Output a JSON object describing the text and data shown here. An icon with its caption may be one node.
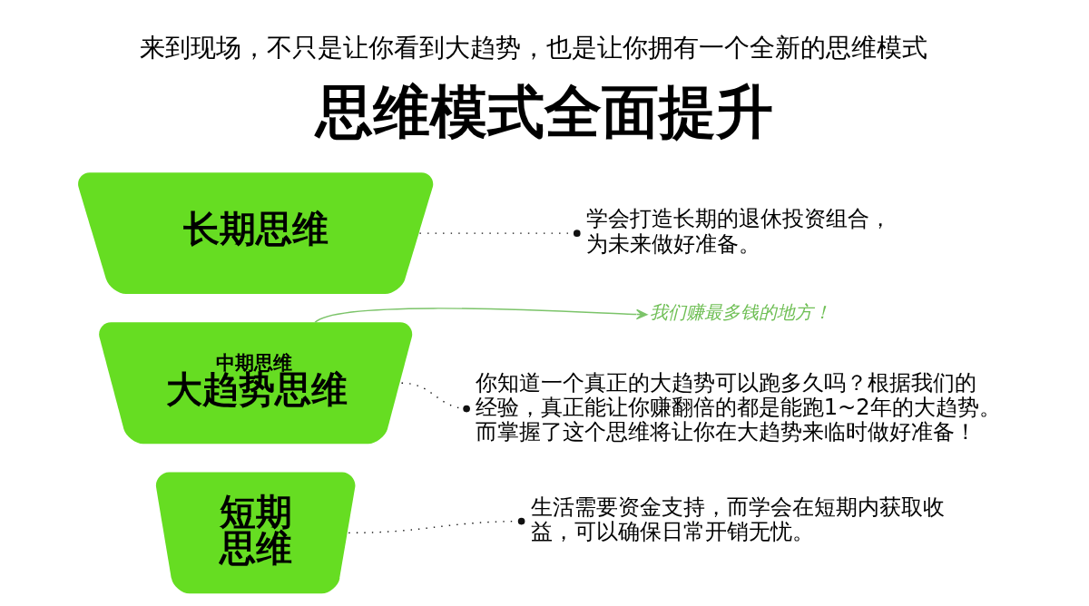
{
  "diagram": {
    "title": "思维模式全面提升",
    "caption": "来到现场，不只是让你看到大趋势，也是让你拥有一个全新的思维模式",
    "nodes": [
      {
        "text": [
          "长期思维"
        ]
      },
      {
        "text": [
          "学会打造长期的退休投资组合，为未来做好准备。"
        ]
      },
      {
        "text": [
          "中期思维",
          "大趋势思维"
        ]
      },
      {
        "text": [
          "你知道一个真正的大趋势可以跑多久吗？根据我们的经验，真正能让你赚翻倍的都是能跑1~2年的大趋势。而掌握了这个思维将让你在大趋势来临时做好准备！"
        ]
      },
      {
        "text": [
          "短期思维"
        ]
      },
      {
        "text": [
          "生活需要资金支持，而学会在短期内获取收益，可以确保日常开销无忧。"
        ]
      },
      {
        "text": [
          "我们赚最多钱的地方！"
        ]
      }
    ],
    "edges": [
      {
        "from": 0,
        "to": 1,
        "arrow": "other",
        "style": "dashed"
      },
      {
        "from": 2,
        "to": 3,
        "arrow": "other",
        "style": "dashed"
      },
      {
        "from": 4,
        "to": 5,
        "arrow": "other",
        "style": "dashed"
      },
      {
        "from": 2,
        "to": 6,
        "arrow": "to",
        "color": "#7cc46a"
      }
    ]
  }
}
